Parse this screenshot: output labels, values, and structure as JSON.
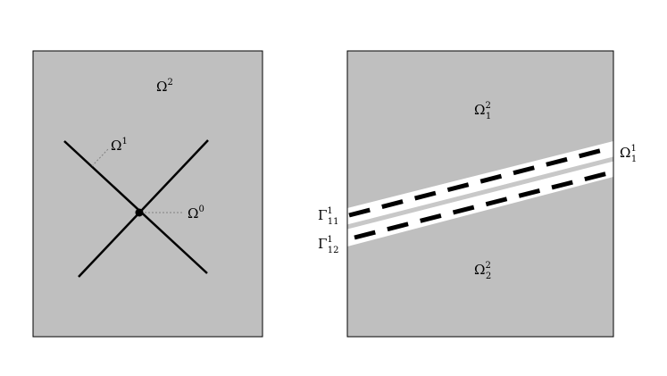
{
  "colors": {
    "domain_fill": "#bfbfbf",
    "domain_stroke": "#000000",
    "fracture_line": "#000000",
    "strip_fill": "#ffffff",
    "center_line": "#c8c8c8",
    "leader_line": "#808080"
  },
  "left_panel": {
    "labels": {
      "omega2": {
        "base": "Ω",
        "sup": "2"
      },
      "omega1": {
        "base": "Ω",
        "sup": "1"
      },
      "omega0": {
        "base": "Ω",
        "sup": "0"
      }
    }
  },
  "right_panel": {
    "labels": {
      "omega2_1": {
        "base": "Ω",
        "sub": "1",
        "sup": "2"
      },
      "omega2_2": {
        "base": "Ω",
        "sub": "2",
        "sup": "2"
      },
      "omega1_1": {
        "base": "Ω",
        "sub": "1",
        "sup": "1"
      },
      "gamma11": {
        "base": "Γ",
        "sub": "11",
        "sup": "1"
      },
      "gamma12": {
        "base": "Γ",
        "sub": "12",
        "sup": "1"
      }
    }
  }
}
